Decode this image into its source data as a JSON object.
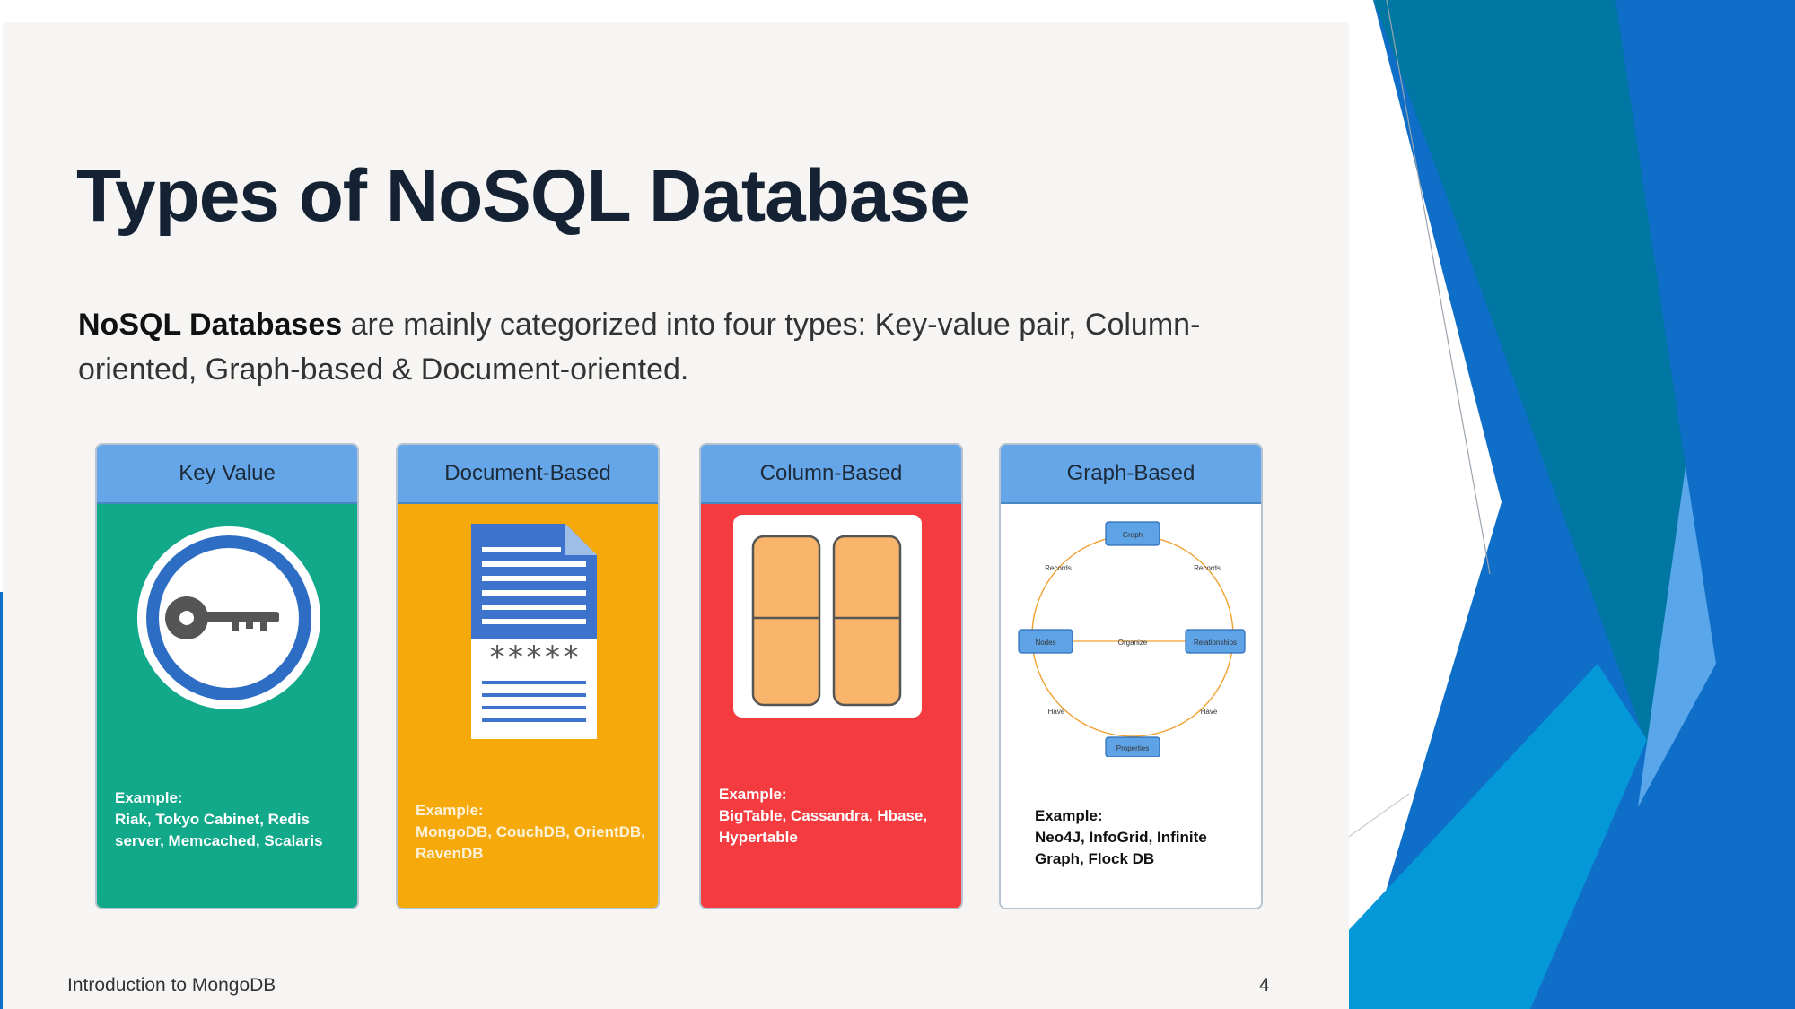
{
  "slide": {
    "title": "Types of NoSQL Database",
    "intro_bold": "NoSQL Databases",
    "intro_rest": " are mainly categorized into four types: Key-value pair, Column-oriented, Graph-based & Document-oriented.",
    "footer": "Introduction to MongoDB",
    "page_number": "4"
  },
  "cards": {
    "key_value": {
      "header": "Key Value",
      "example_label": "Example:",
      "example_text": "Riak, Tokyo Cabinet, Redis server, Memcached, Scalaris"
    },
    "document": {
      "header": "Document-Based",
      "stars": "*****",
      "example_label": "Example:",
      "example_text": "MongoDB, CouchDB, OrientDB, RavenDB"
    },
    "column": {
      "header": "Column-Based",
      "example_label": "Example:",
      "example_text": "BigTable, Cassandra, Hbase, Hypertable"
    },
    "graph": {
      "header": "Graph-Based",
      "nodes": {
        "top": "Graph",
        "right": "Relationships",
        "bottom": "Properties",
        "left": "Nodes"
      },
      "edges": {
        "top_left": "Records",
        "top_right": "Records",
        "center": "Organize",
        "bottom_left": "Have",
        "bottom_right": "Have"
      },
      "example_label": "Example:",
      "example_text": "Neo4J, InfoGrid, Infinite Graph, Flock DB"
    }
  },
  "colors": {
    "header_blue": "#64a6e8",
    "key_value_green": "#12a88a",
    "document_orange": "#f6a90b",
    "column_red": "#f43b3f",
    "decor_teal": "#0077a2",
    "decor_blue": "#0f6ec7",
    "decor_cyan": "#0598d8",
    "decor_light": "#5aa6ea"
  }
}
